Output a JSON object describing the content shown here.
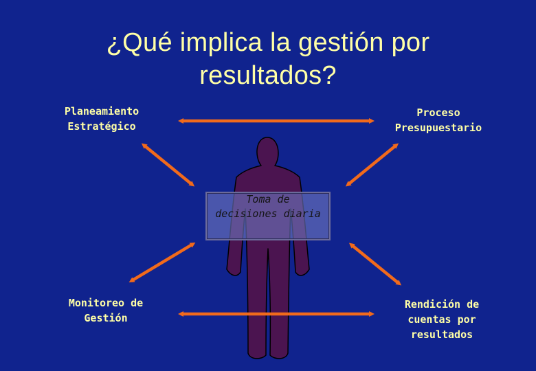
{
  "title": {
    "line1": "¿Qué implica la gestión por",
    "line2": "resultados?"
  },
  "nodes": {
    "planeamiento": [
      "Planeamiento",
      "Estratégico"
    ],
    "proceso": [
      "Proceso",
      "Presupuestario"
    ],
    "monitoreo": [
      "Monitoreo de",
      "Gestión"
    ],
    "rendicion": [
      "Rendición de",
      "cuentas por",
      "resultados"
    ]
  },
  "center": {
    "lines": [
      "Toma de",
      "decisiones diaria"
    ]
  },
  "colors": {
    "background": "#10238e",
    "title_text": "#ffffa6",
    "arrow": "#f26a1b",
    "figure_fill": "#4b1450"
  },
  "icons": {
    "center_figure": "person-figure-icon"
  }
}
